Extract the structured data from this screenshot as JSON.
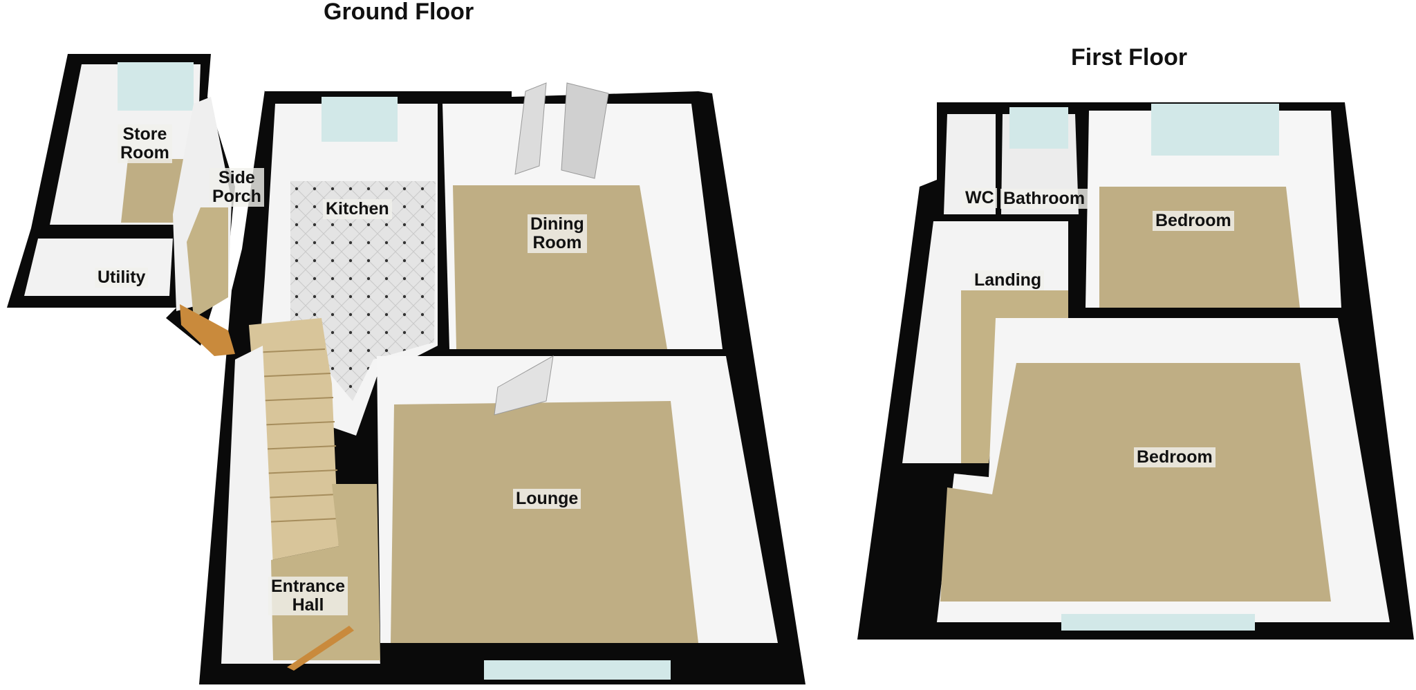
{
  "floors": [
    {
      "title": "Ground Floor",
      "rooms": [
        {
          "id": "store-room",
          "label": "Store\nRoom"
        },
        {
          "id": "side-porch",
          "label": "Side\nPorch"
        },
        {
          "id": "utility",
          "label": "Utility"
        },
        {
          "id": "kitchen",
          "label": "Kitchen"
        },
        {
          "id": "dining-room",
          "label": "Dining\nRoom"
        },
        {
          "id": "lounge",
          "label": "Lounge"
        },
        {
          "id": "entrance-hall",
          "label": "Entrance\nHall"
        }
      ]
    },
    {
      "title": "First Floor",
      "rooms": [
        {
          "id": "wc",
          "label": "WC"
        },
        {
          "id": "bathroom",
          "label": "Bathroom"
        },
        {
          "id": "bedroom-1",
          "label": "Bedroom"
        },
        {
          "id": "landing",
          "label": "Landing"
        },
        {
          "id": "bedroom-2",
          "label": "Bedroom"
        }
      ]
    }
  ],
  "colors": {
    "wall": "#0a0a0a",
    "carpet": "#bfae84",
    "wall_face": "#f4f4f4",
    "window": "#cfe6e6",
    "tile": "#e2e2e2",
    "door_wood": "#c98a3c"
  }
}
